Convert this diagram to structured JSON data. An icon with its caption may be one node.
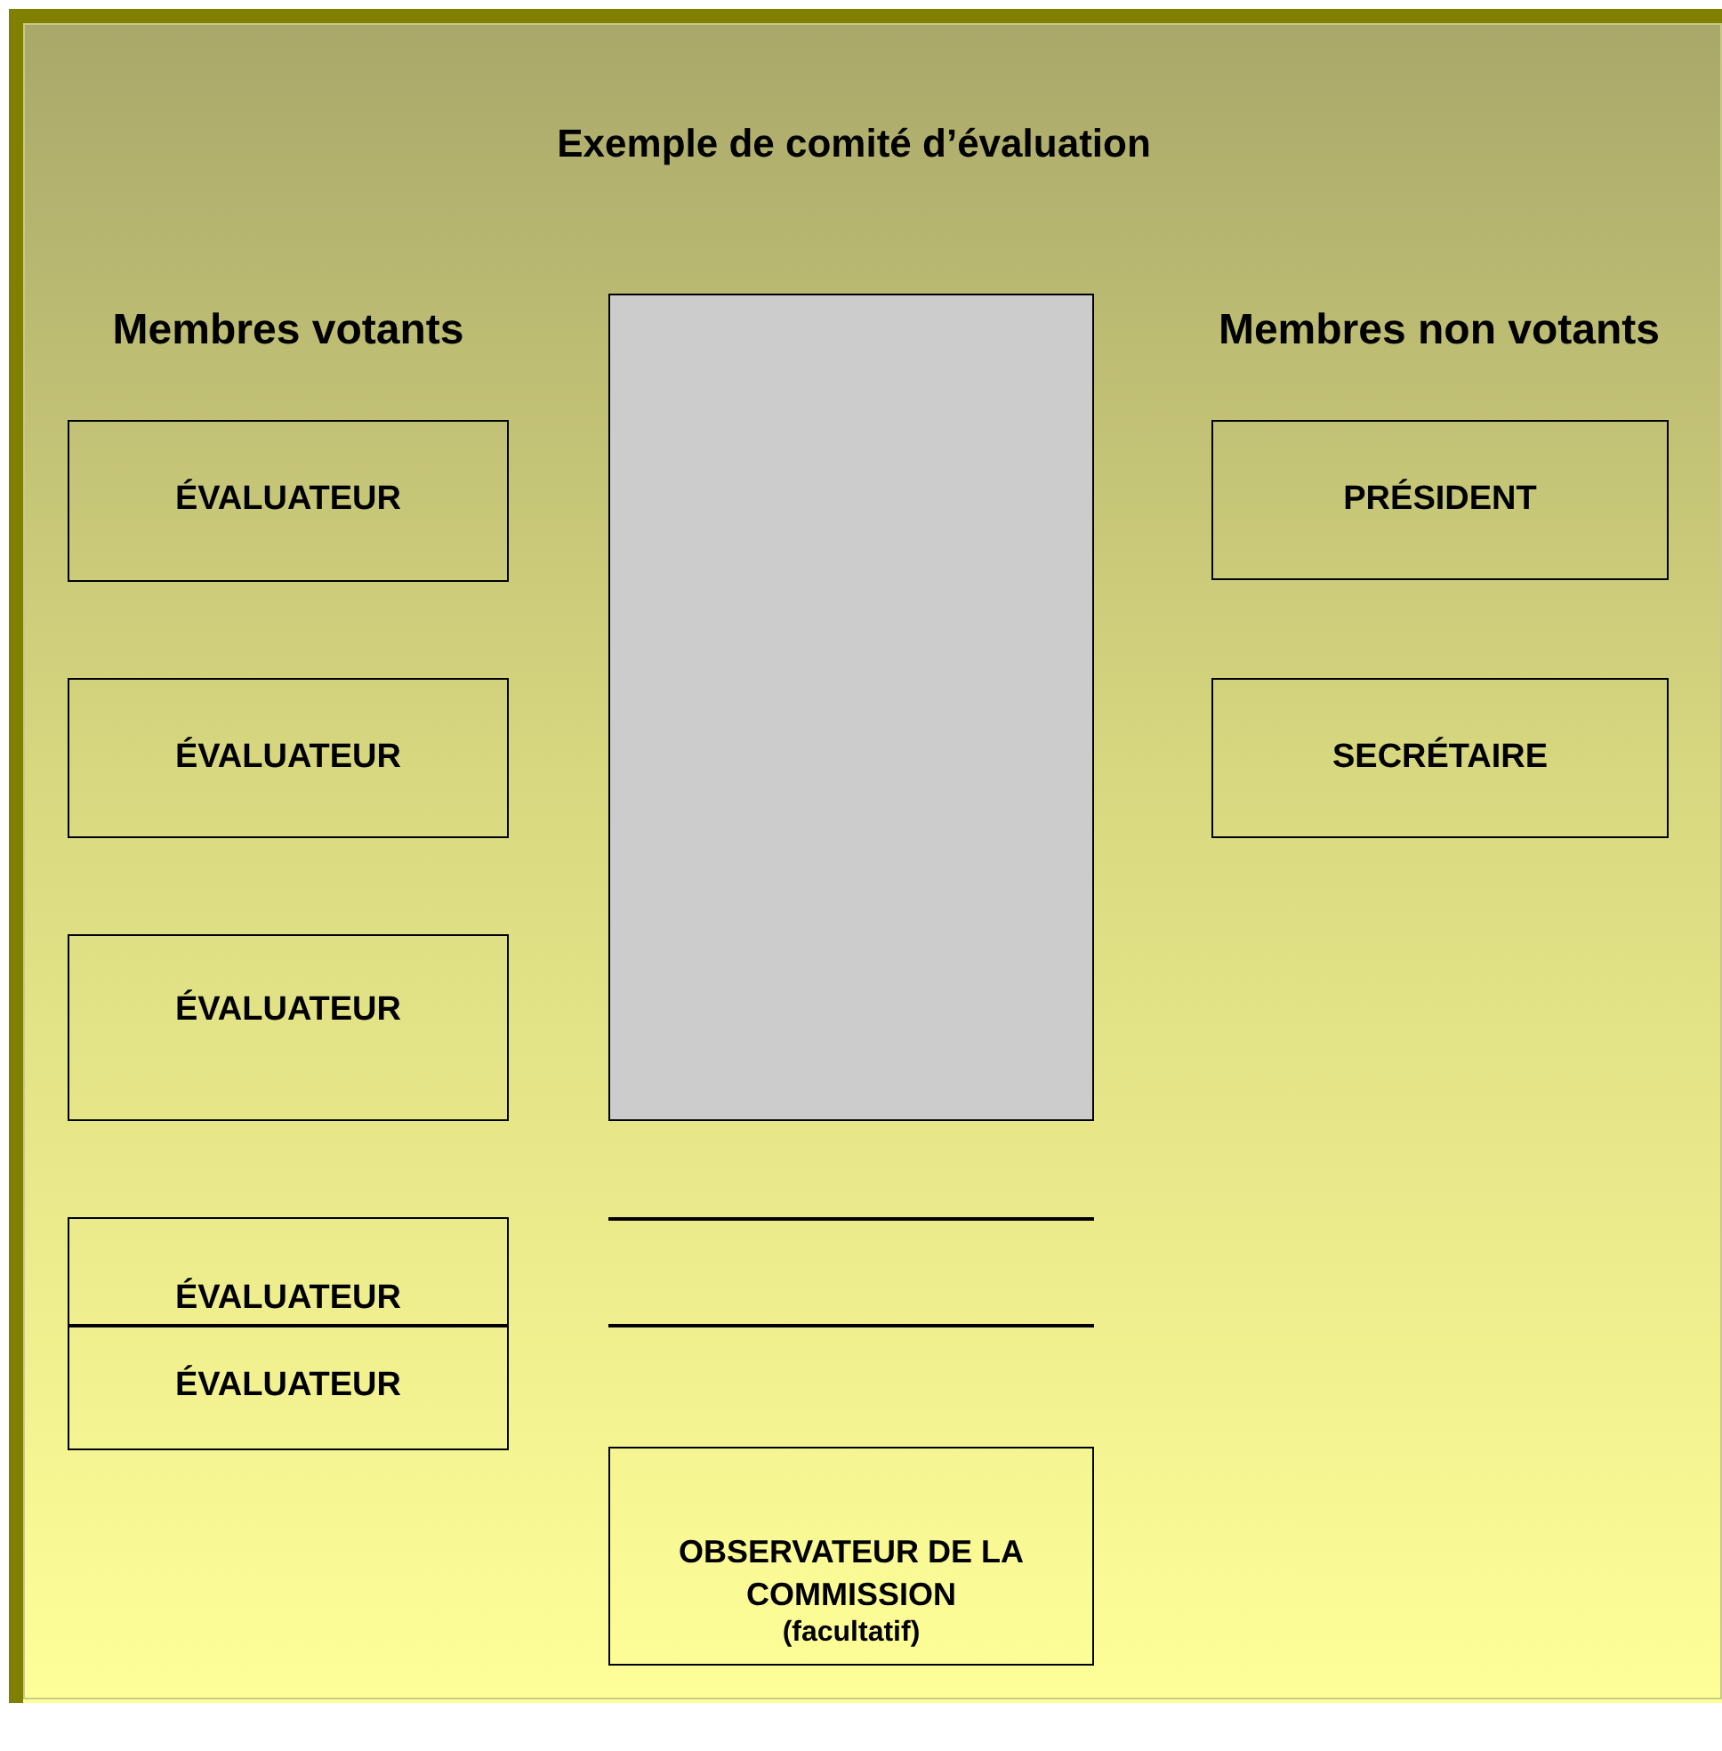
{
  "diagram": {
    "title": "Exemple de comité d’évaluation",
    "nodes": [
      {
        "text": [],
        "shape": "box"
      },
      {
        "text": [
          "ÉVALUATEUR"
        ]
      },
      {
        "text": [
          "PRÉSIDENT"
        ]
      },
      {
        "text": [
          "ÉVALUATEUR"
        ]
      },
      {
        "text": [
          "SECRÉTAIRE"
        ]
      },
      {
        "text": [
          "ÉVALUATEUR"
        ]
      },
      {
        "text": [
          "ÉVALUATEUR"
        ]
      },
      {
        "text": [
          "ÉVALUATEUR"
        ]
      },
      {
        "text": [
          "OBSERVATEUR DE LA COMMISSION",
          "(facultatif)"
        ]
      }
    ],
    "labels": [
      "Membres votants",
      "Membres non votants"
    ]
  }
}
